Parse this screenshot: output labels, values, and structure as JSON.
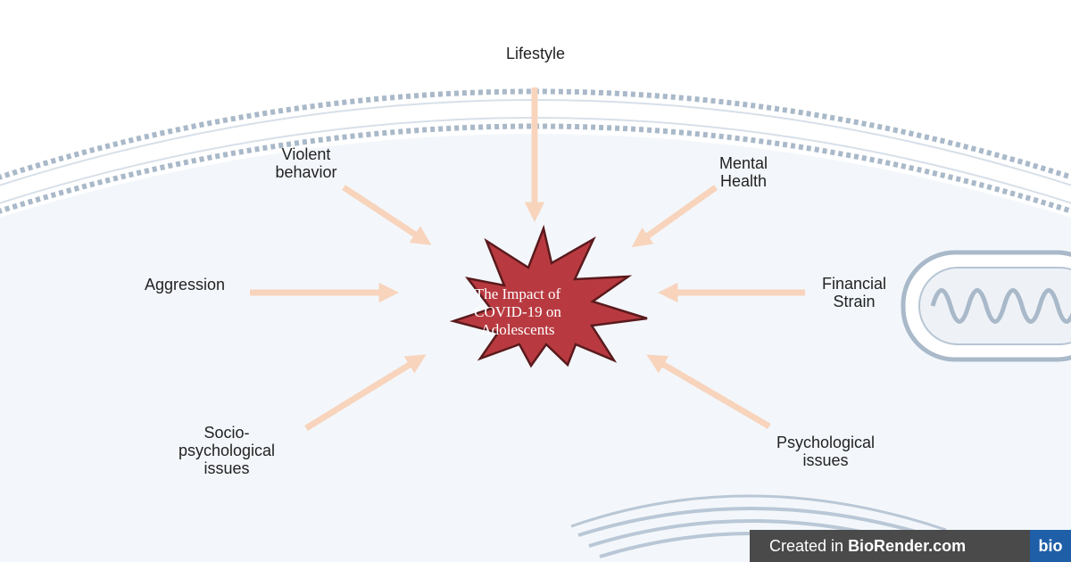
{
  "diagram": {
    "center": {
      "lines": [
        "The Impact of",
        "COVID-19 on",
        "Adolescents"
      ]
    },
    "factors": {
      "lifestyle": {
        "lines": [
          "Lifestyle"
        ]
      },
      "violent_behavior": {
        "lines": [
          "Violent",
          "behavior"
        ]
      },
      "mental_health": {
        "lines": [
          "Mental",
          "Health"
        ]
      },
      "aggression": {
        "lines": [
          "Aggression"
        ]
      },
      "financial_strain": {
        "lines": [
          "Financial",
          "Strain"
        ]
      },
      "socio_psychological": {
        "lines": [
          "Socio-",
          "psychological",
          "issues"
        ]
      },
      "psychological": {
        "lines": [
          "Psychological",
          "issues"
        ]
      }
    }
  },
  "watermark": {
    "prefix": "Created in ",
    "brand": "BioRender.com",
    "logo": "bio"
  },
  "colors": {
    "arrow": "#f8d4bd",
    "star_fill": "#b83a40",
    "star_stroke": "#5a1a1d",
    "membrane": "#a9b9c9",
    "cell": "#f3f7fb"
  }
}
